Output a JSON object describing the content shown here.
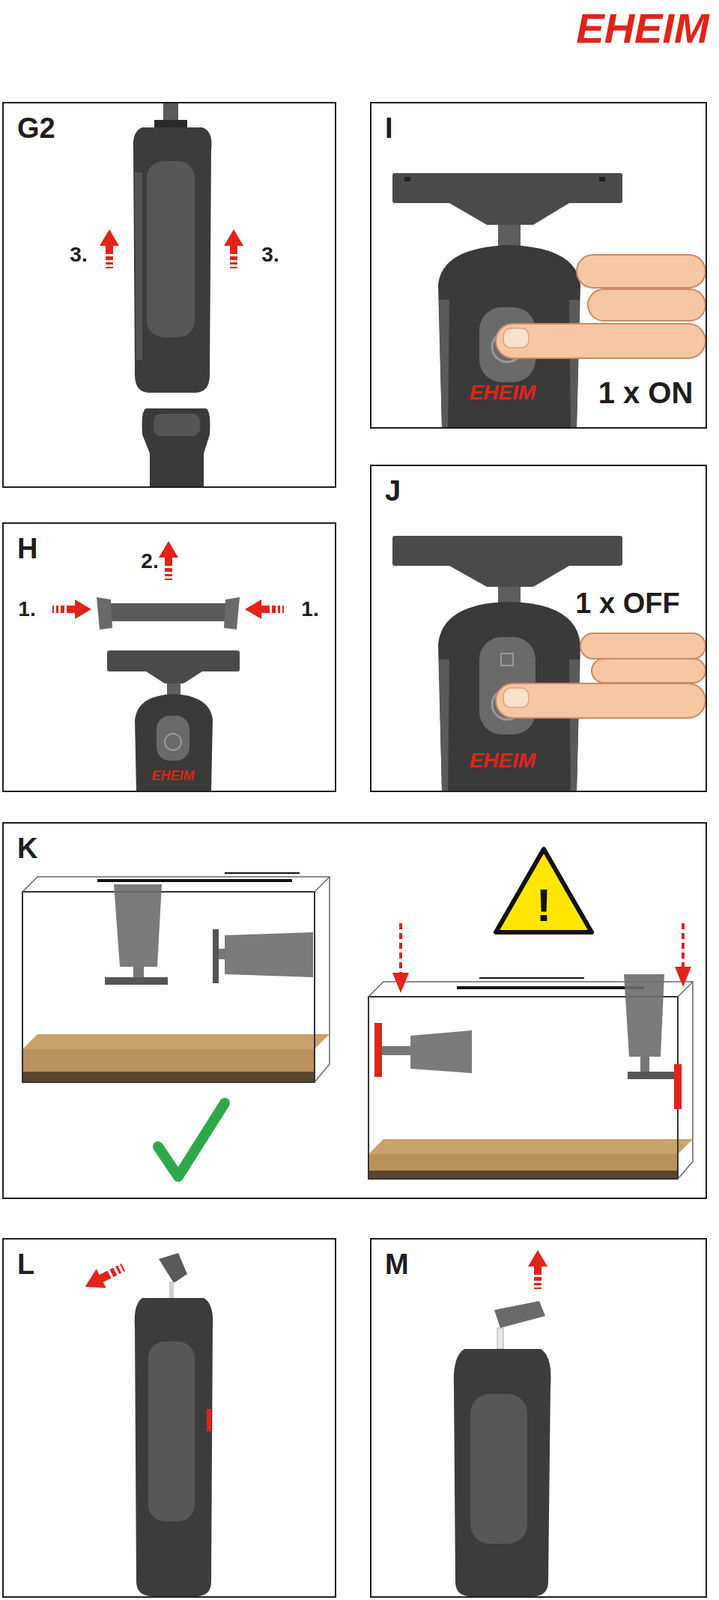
{
  "diagram": {
    "nodes": [
      {
        "text": [
          "G2"
        ]
      },
      {
        "text": [
          "I"
        ]
      },
      {
        "text": [
          "H"
        ]
      },
      {
        "text": [
          "J"
        ]
      },
      {
        "text": [
          "K"
        ]
      },
      {
        "text": [
          "L"
        ]
      },
      {
        "text": [
          "M"
        ]
      }
    ],
    "labels": [
      "EHEIM",
      "3.",
      "3.",
      "EHEIM",
      "1 x ON",
      "2.",
      "1.",
      "1.",
      "EHEIM",
      "1 x OFF",
      "EHEIM",
      "!"
    ]
  }
}
